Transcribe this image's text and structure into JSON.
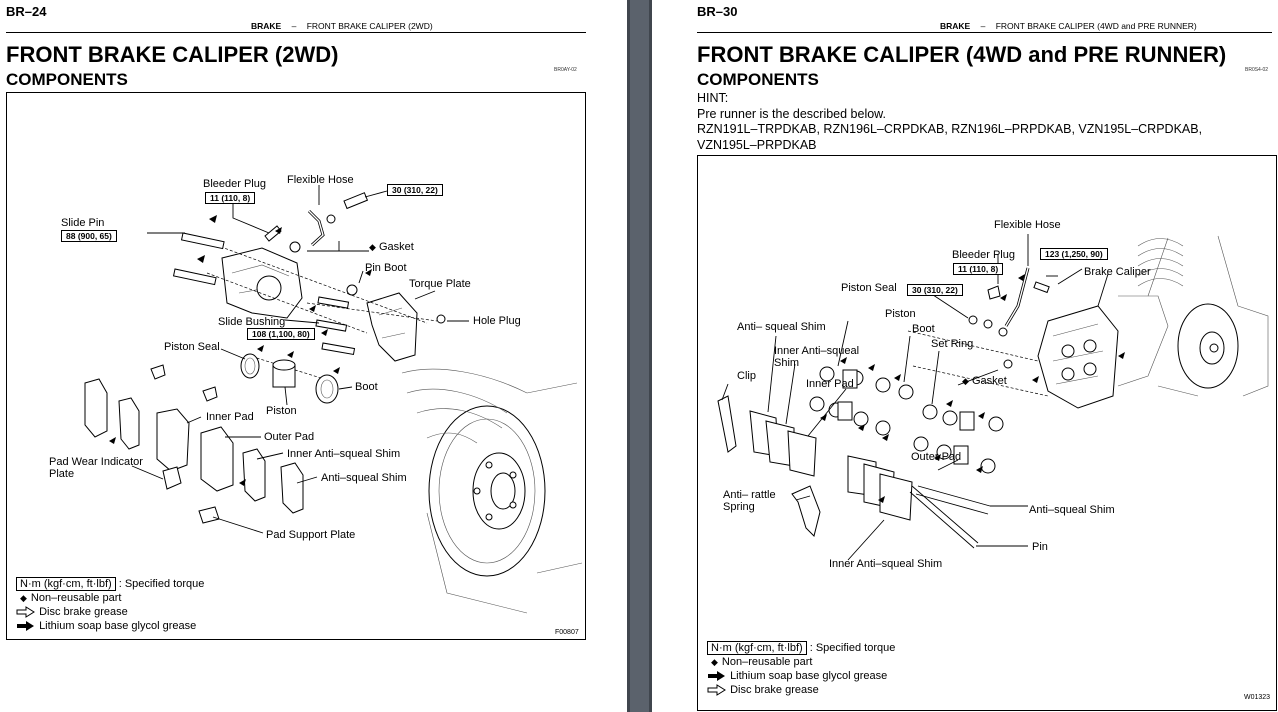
{
  "left": {
    "page_number": "BR–24",
    "header_section": "BRAKE",
    "header_dash": "–",
    "header_topic": "FRONT BRAKE CALIPER (2WD)",
    "title": "FRONT BRAKE CALIPER (2WD)",
    "subtitle": "COMPONENTS",
    "code": "BR0AY-02",
    "figure_id": "F00807",
    "labels": {
      "bleeder_plug": "Bleeder Plug",
      "flexible_hose": "Flexible Hose",
      "slide_pin": "Slide Pin",
      "gasket": "Gasket",
      "pin_boot": "Pin Boot",
      "torque_plate": "Torque Plate",
      "slide_bushing": "Slide Bushing",
      "hole_plug": "Hole Plug",
      "piston_seal": "Piston Seal",
      "boot": "Boot",
      "piston": "Piston",
      "inner_pad": "Inner Pad",
      "outer_pad": "Outer Pad",
      "inner_anti_squeal_shim": "Inner Anti–squeal Shim",
      "pad_wear_indicator_1": "Pad Wear Indicator",
      "pad_wear_indicator_2": "Plate",
      "anti_squeal_shim": "Anti–squeal Shim",
      "pad_support_plate": "Pad Support Plate"
    },
    "torques": {
      "bleeder": "11 (110, 8)",
      "hose": "30 (310, 22)",
      "slide_pin": "88 (900, 65)",
      "bushing": "108 (1,100, 80)"
    },
    "legend": {
      "torque_box": "N·m (kgf·cm, ft·lbf)",
      "torque_text": ": Specified torque",
      "non_reusable": "Non–reusable part",
      "disc_grease": "Disc brake grease",
      "lithium_grease": "Lithium soap base glycol grease"
    },
    "symbols": {
      "diamond": "◆"
    }
  },
  "right": {
    "page_number": "BR–30",
    "header_section": "BRAKE",
    "header_dash": "–",
    "header_topic": "FRONT BRAKE CALIPER (4WD and PRE RUNNER)",
    "title": "FRONT BRAKE CALIPER (4WD and PRE RUNNER)",
    "subtitle": "COMPONENTS",
    "code": "BR0S4-02",
    "hint_title": "HINT:",
    "hint_line1": "Pre runner is the described below.",
    "hint_line2": "RZN191L–TRPDKAB, RZN196L–CRPDKAB, RZN196L–PRPDKAB, VZN195L–CRPDKAB,",
    "hint_line3": "VZN195L–PRPDKAB",
    "figure_id": "W01323",
    "labels": {
      "flexible_hose": "Flexible Hose",
      "bleeder_plug": "Bleeder Plug",
      "brake_caliper": "Brake Caliper",
      "piston_seal": "Piston Seal",
      "piston": "Piston",
      "boot": "Boot",
      "anti_squeal_shim_top": "Anti– squeal Shim",
      "inner_anti_squeal_1": "Inner Anti–squeal",
      "inner_anti_squeal_2": "Shim",
      "set_ring": "Set Ring",
      "gasket": "Gasket",
      "clip": "Clip",
      "inner_pad": "Inner Pad",
      "outer_pad": "Outer Pad",
      "anti_rattle_1": "Anti– rattle",
      "anti_rattle_2": "Spring",
      "anti_squeal_shim": "Anti–squeal Shim",
      "pin": "Pin",
      "inner_anti_squeal_bottom": "Inner Anti–squeal Shim"
    },
    "torques": {
      "caliper": "123 (1,250, 90)",
      "bleeder": "11 (110, 8)",
      "seal": "30 (310, 22)"
    },
    "legend": {
      "torque_box": "N·m (kgf·cm, ft·lbf)",
      "torque_text": ": Specified torque",
      "non_reusable": "Non–reusable part",
      "lithium_grease": "Lithium soap base glycol grease",
      "disc_grease": "Disc brake grease"
    },
    "symbols": {
      "diamond": "◆"
    }
  }
}
